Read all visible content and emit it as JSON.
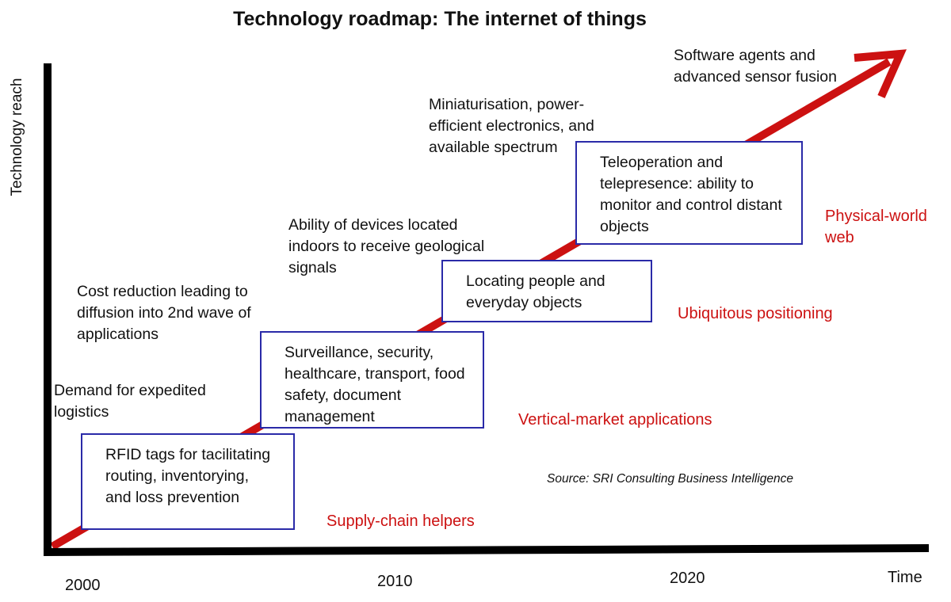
{
  "title": "Technology roadmap: The internet of things",
  "y_axis_label": "Technology reach",
  "x_axis_label": "Time",
  "x_ticks": [
    "2000",
    "2010",
    "2020"
  ],
  "colors": {
    "arrow": "#cc1111",
    "axis": "#000000",
    "box_border": "#2a2aa8",
    "phase_text": "#cc1111"
  },
  "stages": [
    {
      "driver": "Demand for expedited logistics",
      "box": "RFID tags for tacilitating routing, inventorying, and loss prevention",
      "phase": "Supply-chain helpers"
    },
    {
      "driver": "Cost reduction leading to diffusion into 2nd wave of applications",
      "box": "Surveillance, security, healthcare, transport, food safety, document management",
      "phase": "Vertical-market applications"
    },
    {
      "driver": "Ability of devices located indoors to receive geological signals",
      "box": "Locating people and everyday objects",
      "phase": "Ubiquitous positioning"
    },
    {
      "driver": "Miniaturisation, power-efficient electronics, and available spectrum",
      "box": "Teleoperation and telepresence: ability to monitor and control distant objects",
      "phase": "Physical-world web"
    },
    {
      "driver": "Software agents and advanced sensor fusion"
    }
  ],
  "source": "Source: SRI Consulting Business Intelligence"
}
